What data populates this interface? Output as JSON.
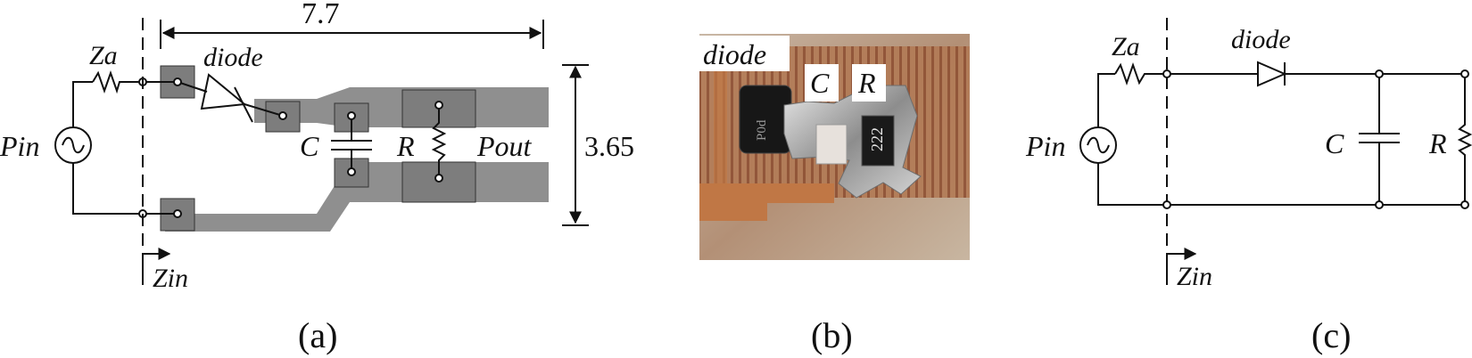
{
  "panel_a": {
    "caption": "(a)",
    "labels": {
      "za": "Za",
      "diode": "diode",
      "pin": "Pin",
      "zin": "Zin",
      "c": "C",
      "r": "R",
      "pout": "Pout"
    },
    "dimensions": {
      "width": "7.7",
      "height": "3.65"
    }
  },
  "panel_b": {
    "caption": "(b)",
    "labels": {
      "diode": "diode",
      "c": "C",
      "r": "R"
    },
    "chip_markings": {
      "diode": "P0d",
      "resistor": "222"
    }
  },
  "panel_c": {
    "caption": "(c)",
    "labels": {
      "za": "Za",
      "diode": "diode",
      "pin": "Pin",
      "zin": "Zin",
      "c": "C",
      "r": "R"
    }
  },
  "colors": {
    "trace": "#8f8f8f",
    "pad": "#7d7d7d",
    "line": "#111111",
    "pcb_copper": "#a8663f",
    "pcb_background": "#b9a894"
  }
}
